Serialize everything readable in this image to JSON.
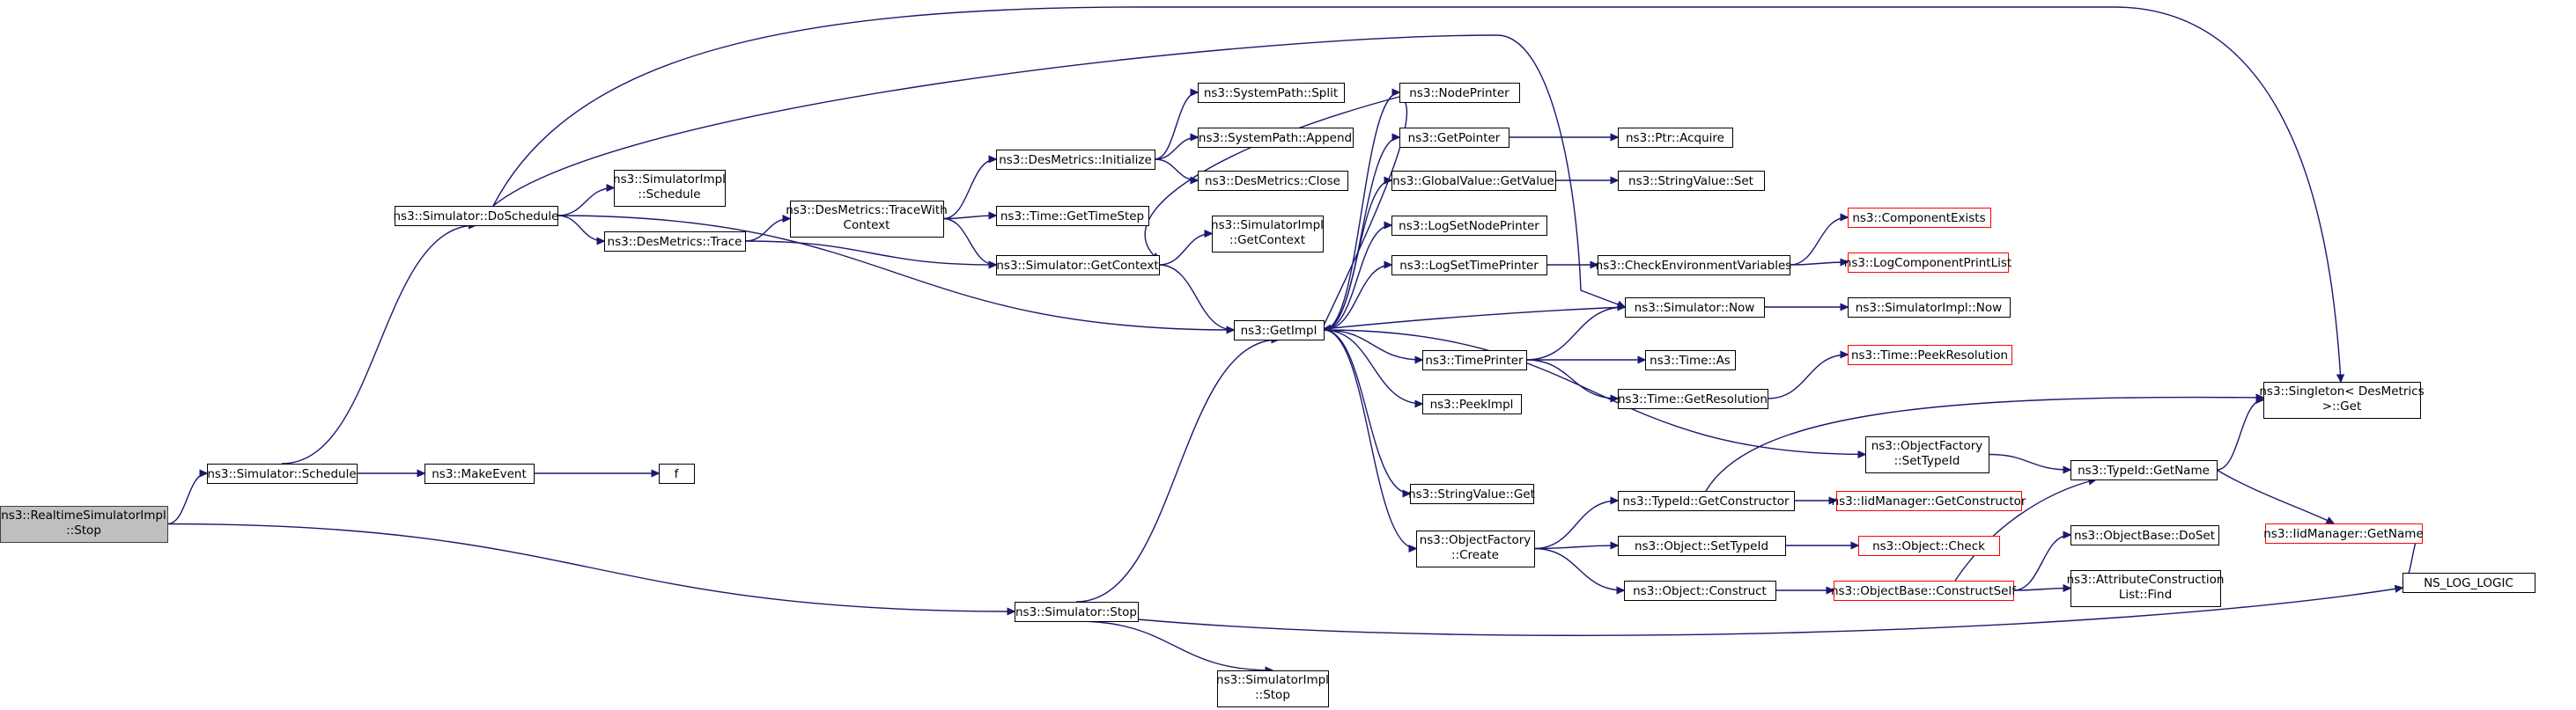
{
  "colors": {
    "edge": "#191970",
    "box_border_normal": "#000000",
    "box_border_incomplete": "#ff0000",
    "root_fill": "#bfbfbf",
    "box_fill": "#ffffff"
  },
  "nodes": {
    "rtsi_stop": {
      "lines": [
        "ns3::RealtimeSimulatorImpl",
        "::Stop"
      ],
      "kind": "root"
    },
    "sim_schedule": {
      "lines": [
        "ns3::Simulator::Schedule"
      ],
      "kind": "normal"
    },
    "sim_stop": {
      "lines": [
        "ns3::Simulator::Stop"
      ],
      "kind": "normal"
    },
    "sim_doschedule": {
      "lines": [
        "ns3::Simulator::DoSchedule"
      ],
      "kind": "normal"
    },
    "makeevent": {
      "lines": [
        "ns3::MakeEvent"
      ],
      "kind": "normal"
    },
    "f": {
      "lines": [
        "f"
      ],
      "kind": "normal"
    },
    "simimpl_schedule": {
      "lines": [
        "ns3::SimulatorImpl",
        "::Schedule"
      ],
      "kind": "normal"
    },
    "desm_trace": {
      "lines": [
        "ns3::DesMetrics::Trace"
      ],
      "kind": "normal"
    },
    "desm_tracewith": {
      "lines": [
        "ns3::DesMetrics::TraceWith",
        "Context"
      ],
      "kind": "normal"
    },
    "desm_init": {
      "lines": [
        "ns3::DesMetrics::Initialize"
      ],
      "kind": "normal"
    },
    "sp_split": {
      "lines": [
        "ns3::SystemPath::Split"
      ],
      "kind": "normal"
    },
    "sp_append": {
      "lines": [
        "ns3::SystemPath::Append"
      ],
      "kind": "normal"
    },
    "desm_close": {
      "lines": [
        "ns3::DesMetrics::Close"
      ],
      "kind": "normal"
    },
    "time_gettimestep": {
      "lines": [
        "ns3::Time::GetTimeStep"
      ],
      "kind": "normal"
    },
    "sim_getcontext": {
      "lines": [
        "ns3::Simulator::GetContext"
      ],
      "kind": "normal"
    },
    "simimpl_getcontext": {
      "lines": [
        "ns3::SimulatorImpl",
        "::GetContext"
      ],
      "kind": "normal"
    },
    "getimpl": {
      "lines": [
        "ns3::GetImpl"
      ],
      "kind": "normal"
    },
    "simimpl_stop": {
      "lines": [
        "ns3::SimulatorImpl",
        "::Stop"
      ],
      "kind": "normal"
    },
    "nodeprinter": {
      "lines": [
        "ns3::NodePrinter"
      ],
      "kind": "normal"
    },
    "getpointer": {
      "lines": [
        "ns3::GetPointer"
      ],
      "kind": "normal"
    },
    "ptr_acquire": {
      "lines": [
        "ns3::Ptr::Acquire"
      ],
      "kind": "normal"
    },
    "gv_getvalue": {
      "lines": [
        "ns3::GlobalValue::GetValue"
      ],
      "kind": "normal"
    },
    "sv_set": {
      "lines": [
        "ns3::StringValue::Set"
      ],
      "kind": "normal"
    },
    "logsetnodeprinter": {
      "lines": [
        "ns3::LogSetNodePrinter"
      ],
      "kind": "normal"
    },
    "logsettimeprinter": {
      "lines": [
        "ns3::LogSetTimePrinter"
      ],
      "kind": "normal"
    },
    "checkenv": {
      "lines": [
        "ns3::CheckEnvironmentVariables"
      ],
      "kind": "normal"
    },
    "compexists": {
      "lines": [
        "ns3::ComponentExists"
      ],
      "kind": "incomplete"
    },
    "logcompprint": {
      "lines": [
        "ns3::LogComponentPrintList"
      ],
      "kind": "incomplete"
    },
    "sim_now": {
      "lines": [
        "ns3::Simulator::Now"
      ],
      "kind": "normal"
    },
    "simimpl_now": {
      "lines": [
        "ns3::SimulatorImpl::Now"
      ],
      "kind": "normal"
    },
    "timeprinter": {
      "lines": [
        "ns3::TimePrinter"
      ],
      "kind": "normal"
    },
    "time_as": {
      "lines": [
        "ns3::Time::As"
      ],
      "kind": "normal"
    },
    "time_getres": {
      "lines": [
        "ns3::Time::GetResolution"
      ],
      "kind": "normal"
    },
    "time_peekres": {
      "lines": [
        "ns3::Time::PeekResolution"
      ],
      "kind": "incomplete"
    },
    "peekimpl": {
      "lines": [
        "ns3::PeekImpl"
      ],
      "kind": "normal"
    },
    "sv_get": {
      "lines": [
        "ns3::StringValue::Get"
      ],
      "kind": "normal"
    },
    "of_create": {
      "lines": [
        "ns3::ObjectFactory",
        "::Create"
      ],
      "kind": "normal"
    },
    "of_settypeid": {
      "lines": [
        "ns3::ObjectFactory",
        "::SetTypeId"
      ],
      "kind": "normal"
    },
    "tid_getctor": {
      "lines": [
        "ns3::TypeId::GetConstructor"
      ],
      "kind": "normal"
    },
    "iidm_getctor": {
      "lines": [
        "ns3::IidManager::GetConstructor"
      ],
      "kind": "incomplete"
    },
    "obj_settypeid": {
      "lines": [
        "ns3::Object::SetTypeId"
      ],
      "kind": "normal"
    },
    "obj_check": {
      "lines": [
        "ns3::Object::Check"
      ],
      "kind": "incomplete"
    },
    "obj_construct": {
      "lines": [
        "ns3::Object::Construct"
      ],
      "kind": "normal"
    },
    "ob_constructself": {
      "lines": [
        "ns3::ObjectBase::ConstructSelf"
      ],
      "kind": "incomplete"
    },
    "ob_doset": {
      "lines": [
        "ns3::ObjectBase::DoSet"
      ],
      "kind": "normal"
    },
    "acl_find": {
      "lines": [
        "ns3::AttributeConstruction",
        "List::Find"
      ],
      "kind": "normal"
    },
    "tid_getname": {
      "lines": [
        "ns3::TypeId::GetName"
      ],
      "kind": "normal"
    },
    "iidm_getname": {
      "lines": [
        "ns3::IidManager::GetName"
      ],
      "kind": "incomplete"
    },
    "singleton_get": {
      "lines": [
        "ns3::Singleton< DesMetrics",
        " >::Get"
      ],
      "kind": "normal"
    },
    "ns_log_logic": {
      "lines": [
        "NS_LOG_LOGIC"
      ],
      "kind": "normal"
    }
  }
}
